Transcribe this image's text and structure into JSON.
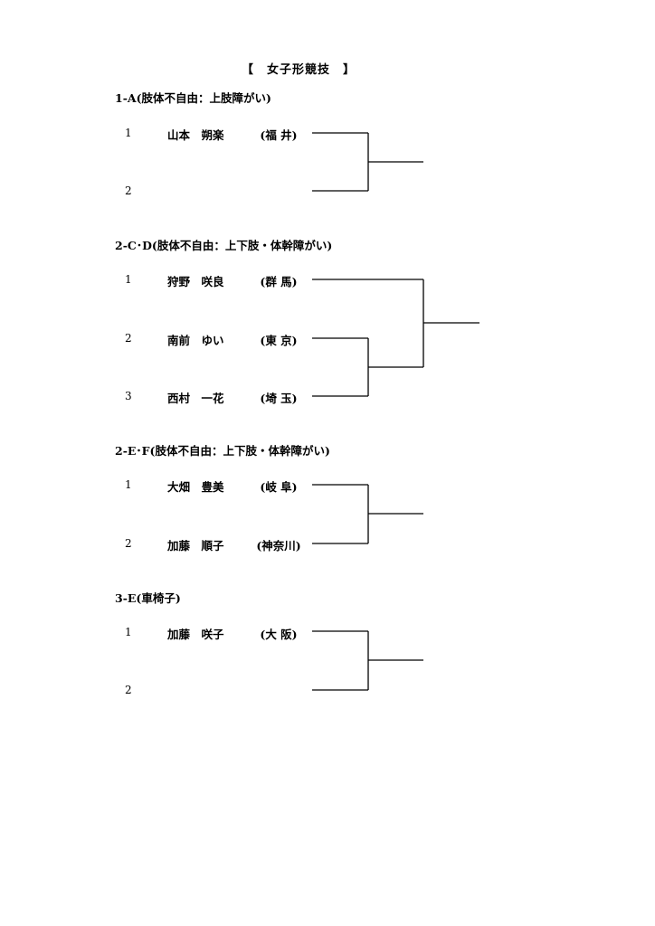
{
  "title": "【　女子形競技　】",
  "sections": [
    {
      "title": "1-A(肢体不自由：上肢障がい)",
      "entries": [
        {
          "seed": "1",
          "name": "山本　朔楽",
          "prefecture": "(福 井)"
        },
        {
          "seed": "2",
          "name": "",
          "prefecture": ""
        }
      ]
    },
    {
      "title": "2-C･D(肢体不自由：上下肢・体幹障がい)",
      "entries": [
        {
          "seed": "1",
          "name": "狩野　咲良",
          "prefecture": "(群 馬)"
        },
        {
          "seed": "2",
          "name": "南前　ゆい",
          "prefecture": "(東 京)"
        },
        {
          "seed": "3",
          "name": "西村　一花",
          "prefecture": "(埼 玉)"
        }
      ]
    },
    {
      "title": "2-E･F(肢体不自由：上下肢・体幹障がい)",
      "entries": [
        {
          "seed": "1",
          "name": "大畑　豊美",
          "prefecture": "(岐 阜)"
        },
        {
          "seed": "2",
          "name": "加藤　順子",
          "prefecture": "(神奈川)"
        }
      ]
    },
    {
      "title": "3-E(車椅子)",
      "entries": [
        {
          "seed": "1",
          "name": "加藤　咲子",
          "prefecture": "(大 阪)"
        },
        {
          "seed": "2",
          "name": "",
          "prefecture": ""
        }
      ]
    }
  ]
}
